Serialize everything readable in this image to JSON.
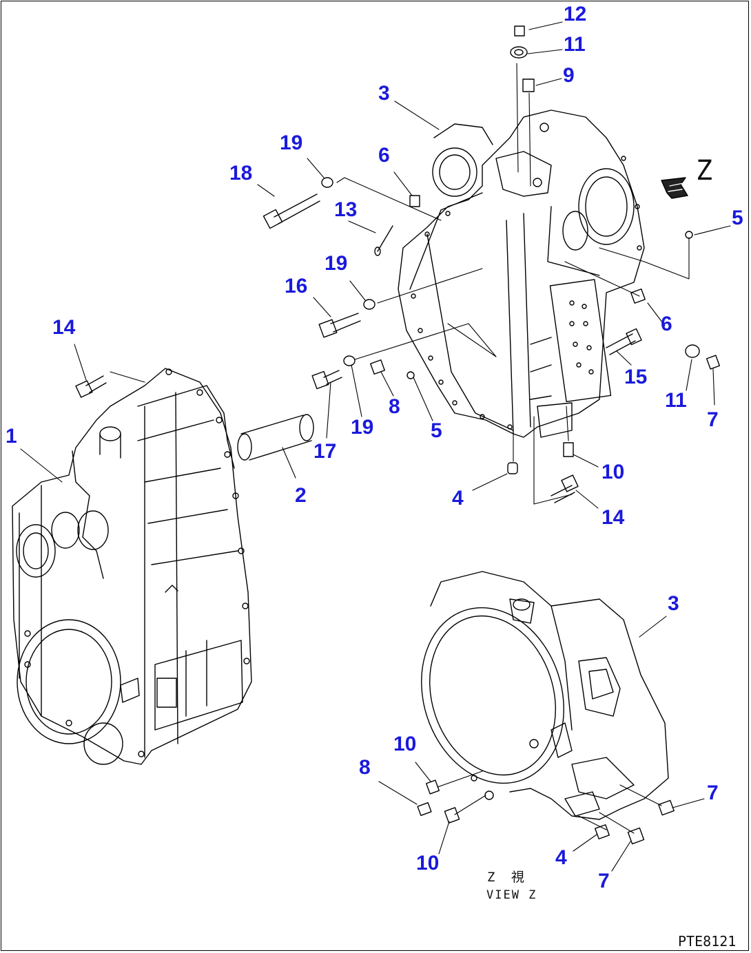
{
  "diagram": {
    "code": "PTE8121",
    "view_caption_jp": "Z 視",
    "view_caption_en": "VIEW Z",
    "view_arrow_letter": "Z",
    "callouts": [
      {
        "id": "c12",
        "text": "12"
      },
      {
        "id": "c11a",
        "text": "11"
      },
      {
        "id": "c9",
        "text": "9"
      },
      {
        "id": "c3a",
        "text": "3"
      },
      {
        "id": "c19a",
        "text": "19"
      },
      {
        "id": "c6a",
        "text": "6"
      },
      {
        "id": "c18",
        "text": "18"
      },
      {
        "id": "c13",
        "text": "13"
      },
      {
        "id": "c5a",
        "text": "5"
      },
      {
        "id": "c19b",
        "text": "19"
      },
      {
        "id": "c16",
        "text": "16"
      },
      {
        "id": "c6b",
        "text": "6"
      },
      {
        "id": "c14a",
        "text": "14"
      },
      {
        "id": "c15",
        "text": "15"
      },
      {
        "id": "c11b",
        "text": "11"
      },
      {
        "id": "c7a",
        "text": "7"
      },
      {
        "id": "c8a",
        "text": "8"
      },
      {
        "id": "c19c",
        "text": "19"
      },
      {
        "id": "c5b",
        "text": "5"
      },
      {
        "id": "c1",
        "text": "1"
      },
      {
        "id": "c17",
        "text": "17"
      },
      {
        "id": "c10a",
        "text": "10"
      },
      {
        "id": "c2",
        "text": "2"
      },
      {
        "id": "c4a",
        "text": "4"
      },
      {
        "id": "c14b",
        "text": "14"
      },
      {
        "id": "c3b",
        "text": "3"
      },
      {
        "id": "c10b",
        "text": "10"
      },
      {
        "id": "c8b",
        "text": "8"
      },
      {
        "id": "c7b",
        "text": "7"
      },
      {
        "id": "c10c",
        "text": "10"
      },
      {
        "id": "c4b",
        "text": "4"
      },
      {
        "id": "c7c",
        "text": "7"
      }
    ]
  }
}
